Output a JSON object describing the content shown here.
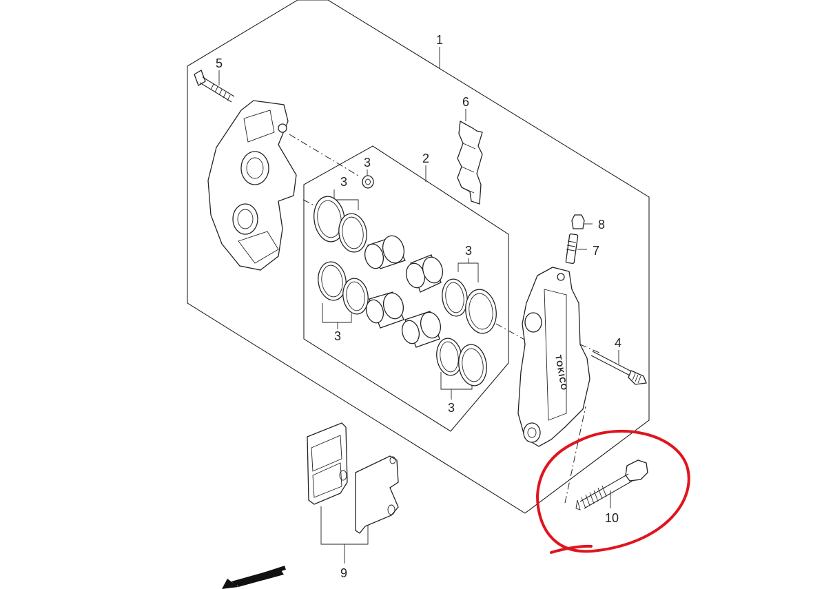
{
  "diagram": {
    "callouts": {
      "c1": "1",
      "c2": "2",
      "c3a": "3",
      "c3b": "3",
      "c3c": "3",
      "c3d": "3",
      "c3e": "3",
      "c4": "4",
      "c5": "5",
      "c6": "6",
      "c7": "7",
      "c8": "8",
      "c9": "9",
      "c10": "10"
    },
    "caliper_brand": "TOKICO",
    "highlight_color": "#e0141e",
    "line_color": "#222222"
  }
}
